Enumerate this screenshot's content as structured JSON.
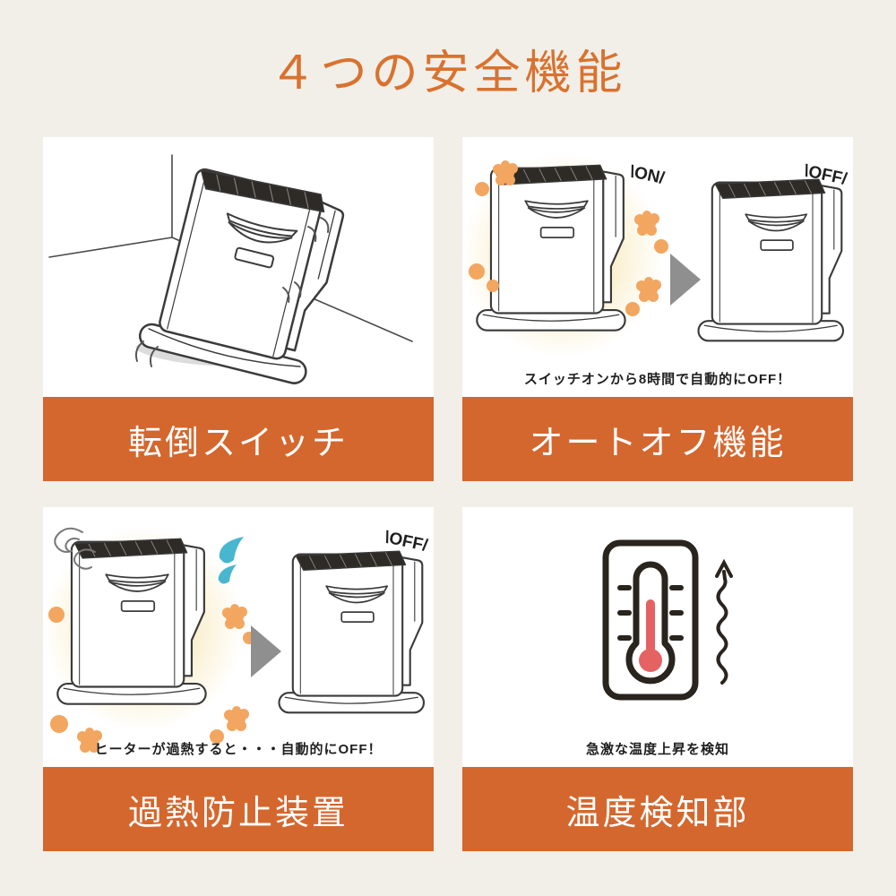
{
  "page": {
    "title": "４つの安全機能",
    "colors": {
      "background": "#f1efe8",
      "accent_orange": "#d4672e",
      "title_orange": "#d9722f",
      "banner_text": "#ffffff",
      "caption_text": "#1f1f1f",
      "line_art": "#3b3b3b",
      "glow_yellow": "#f7e09b",
      "heat_bubble_orange": "#f2a660",
      "sweat_drop_blue": "#49b6cf",
      "thermometer_red": "#e56262",
      "arrow_gray": "#8f8f8f"
    }
  },
  "features": [
    {
      "label": "転倒スイッチ"
    },
    {
      "label": "オートオフ機能",
      "caption": "スイッチオンから8時間で自動的にOFF！",
      "on_label": "\\ON/",
      "off_label": "\\OFF/"
    },
    {
      "label": "過熱防止装置",
      "caption": "ヒーターが過熱すると・・・自動的にOFF！",
      "off_label": "\\OFF/"
    },
    {
      "label": "温度検知部",
      "caption": "急激な温度上昇を検知"
    }
  ]
}
